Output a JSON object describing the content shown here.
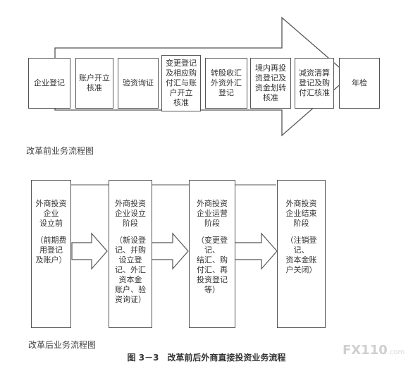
{
  "before": {
    "steps": [
      "企业登记",
      "账户开立\n核准",
      "验资询证",
      "变更登记\n及相应购\n付汇与账\n户开立\n核准",
      "转股收汇\n外资外汇\n登记",
      "境内再投\n资登记及\n资金划转\n核准",
      "减资清算\n登记及购\n付汇核准",
      "年检"
    ],
    "label": "改革前业务流程图"
  },
  "after": {
    "stages": [
      {
        "title": "外商投资\n企业\n设立前",
        "detail": "（前期费\n用登记\n及账户）"
      },
      {
        "title": "外商投资\n企业设立\n阶段",
        "detail": "（新设登\n记、并购\n设立登\n记、外汇\n资本金\n账户、验\n资询证）"
      },
      {
        "title": "外商投资\n企业运营\n阶段",
        "detail": "（变更登记、\n结汇、购\n付汇、再\n投资登记\n等）"
      },
      {
        "title": "外商投资\n企业结束\n阶段",
        "detail": "（注销登记、\n资本金账\n户关闭）"
      }
    ],
    "label": "改革后业务流程图"
  },
  "caption": "图 3－3　改革前后外商直接投资业务流程",
  "watermark": {
    "brand": "FX110",
    "suffix": ".com"
  }
}
